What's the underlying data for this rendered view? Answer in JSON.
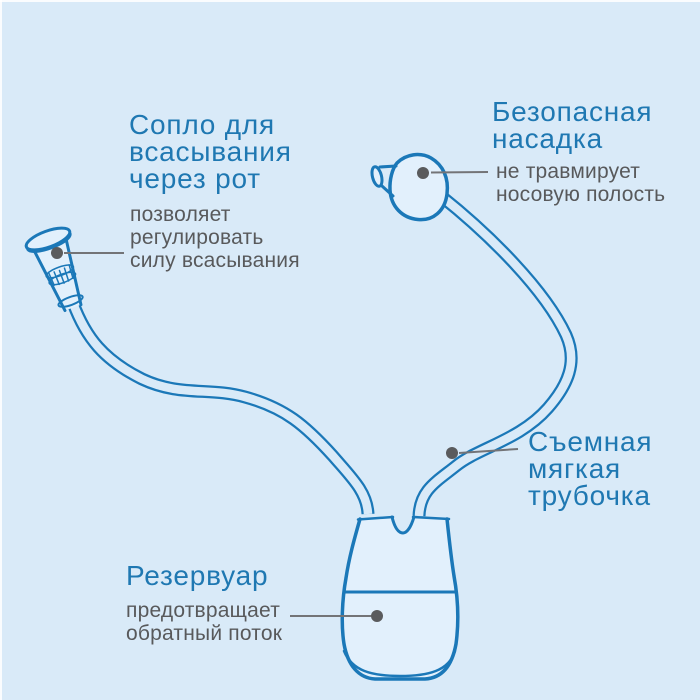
{
  "theme": {
    "background": "#d9eaf8",
    "fill_light": "#e2f0fc",
    "outline_blue": "#1b78b8",
    "heading_blue": "#1f78b2",
    "desc_gray": "#58595b",
    "leader_gray": "#737477",
    "dot_gray": "#5a5b5d",
    "edge_highlight": "#ffffff"
  },
  "diagram": {
    "subject": "baby nasal aspirator infographic",
    "labels": {
      "mouthpiece": {
        "title": [
          "Сопло для",
          "всасывания",
          "через рот"
        ],
        "desc": [
          "позволяет",
          "регулировать",
          "силу всасывания"
        ]
      },
      "nozzle": {
        "title": [
          "Безопасная",
          "насадка"
        ],
        "desc": [
          "не травмирует",
          "носовую полость"
        ]
      },
      "tube": {
        "title": [
          "Съемная",
          "мягкая",
          "трубочка"
        ]
      },
      "reservoir": {
        "title": [
          "Резервуар"
        ],
        "desc": [
          "предотвращает",
          "обратный поток"
        ]
      }
    }
  }
}
